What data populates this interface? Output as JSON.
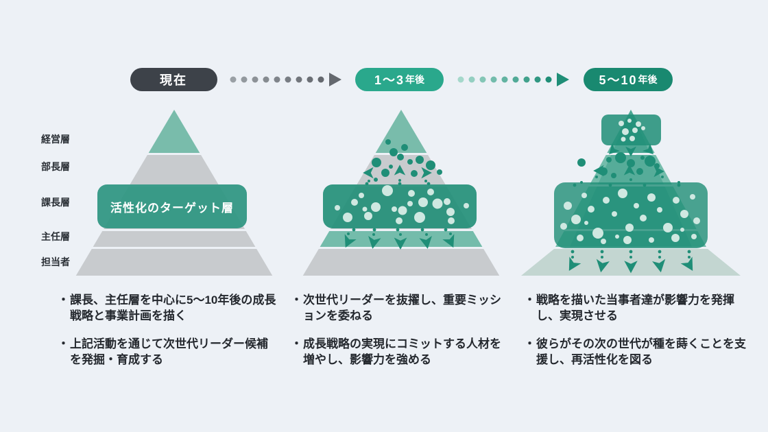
{
  "colors": {
    "background": "#edf1f6",
    "badge_dark": "#3d4249",
    "badge_teal": "#2aa88c",
    "badge_deep": "#198970",
    "teal_deep": "#1f8e77",
    "rect_p1": "#2e9681",
    "teal_light": "#79bcab",
    "teal_band": "#74bcab",
    "p3_apex": "#63b3a1",
    "gray_band": "#c8cbce",
    "gray_teal": "#c3d6d1",
    "mint": "#cfe8e1",
    "connector_gray_start": "#9aa0a5",
    "connector_gray_end": "#64686e",
    "connector_teal_start": "#a5d8cb",
    "connector_teal_end": "#1f8e77",
    "text": "#24282e"
  },
  "ui": {
    "bullet": "・"
  },
  "timeline": {
    "stages": [
      {
        "main": "現在",
        "suffix": ""
      },
      {
        "main": "1〜3",
        "suffix": "年後"
      },
      {
        "main": "5〜10",
        "suffix": "年後"
      }
    ]
  },
  "rows": [
    "経営層",
    "部長層",
    "課長層",
    "主任層",
    "担当者"
  ],
  "target_overlay_label": "活性化のターゲット層",
  "columns": [
    {
      "bullets": [
        "課長、主任層を中心に5〜10年後の成長戦略と事業計画を描く",
        "上記活動を通じて次世代リーダー候補を発掘・育成する"
      ]
    },
    {
      "bullets": [
        "次世代リーダーを抜擢し、重要ミッションを委ねる",
        "成長戦略の実現にコミットする人材を増やし、影響力を強める"
      ]
    },
    {
      "bullets": [
        "戦略を描いた当事者達が影響力を発揮し、実現させる",
        "彼らがその次の世代が種を蒔くことを支援し、再活性化を図る"
      ]
    }
  ]
}
